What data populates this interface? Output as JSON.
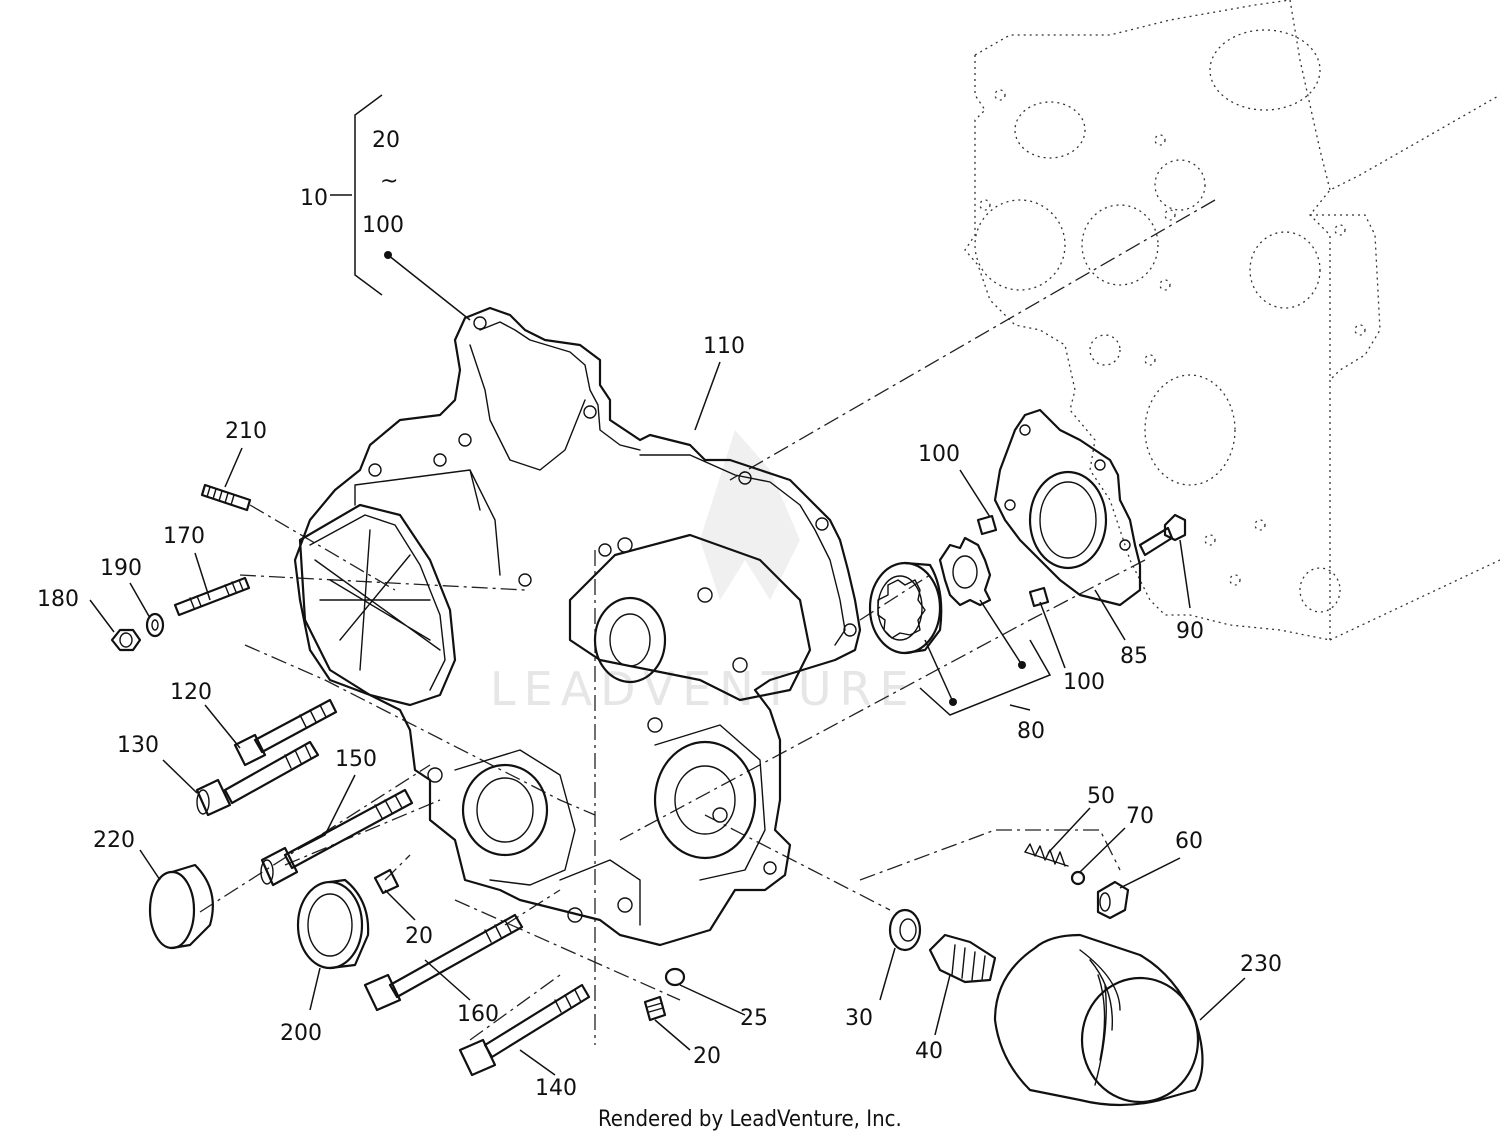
{
  "labels": {
    "l10": "10",
    "l20_top": "20",
    "l_tilde": "~",
    "l100_top": "100",
    "l110": "110",
    "l210": "210",
    "l170": "170",
    "l190": "190",
    "l180": "180",
    "l120": "120",
    "l130": "130",
    "l150": "150",
    "l220": "220",
    "l20_mid": "20",
    "l200": "200",
    "l160": "160",
    "l140": "140",
    "l25": "25",
    "l20_bot": "20",
    "l100_r1": "100",
    "l100_r2": "100",
    "l90": "90",
    "l85": "85",
    "l80": "80",
    "l50": "50",
    "l70": "70",
    "l60": "60",
    "l30": "30",
    "l40": "40",
    "l230": "230"
  },
  "watermark": "LEADVENTURE",
  "footer": "Rendered by LeadVenture, Inc."
}
